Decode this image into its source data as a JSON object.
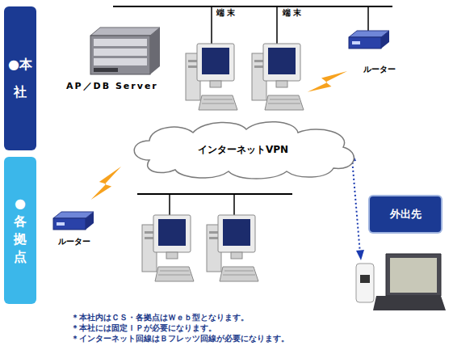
{
  "diagram": {
    "nodes": [
      {
        "text": [
          "●本 社"
        ]
      },
      {
        "text": [
          "●各拠点"
        ]
      },
      {
        "text": [
          "インターネットVPN"
        ]
      },
      {
        "text": [
          "外出先"
        ]
      }
    ],
    "labels": [
      "端 末",
      "端 末",
      "AP／DB Server",
      "ルーター",
      "ルーター",
      "＊本社内はＣＳ・各拠点はＷｅｂ型となります。",
      "＊本社には固定ＩＰが必要になります。",
      "＊インターネット回線はＢフレッツ回線が必要になります。"
    ]
  }
}
